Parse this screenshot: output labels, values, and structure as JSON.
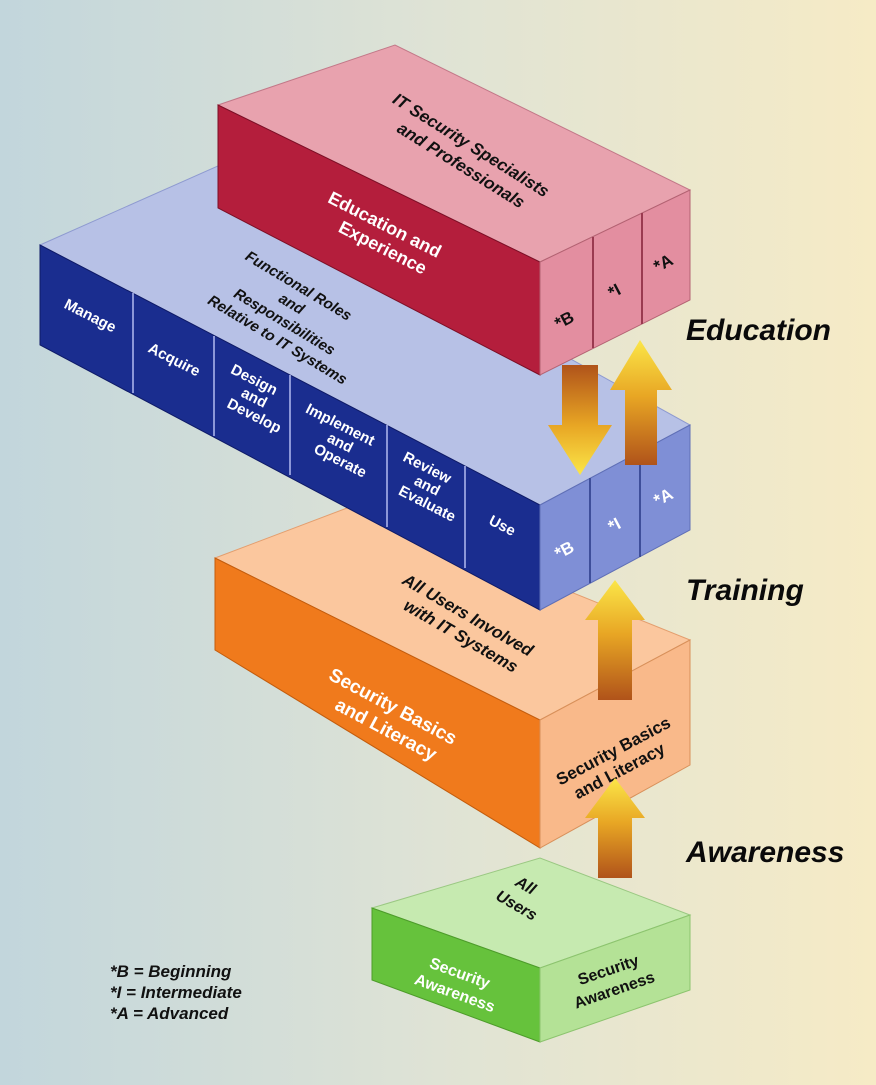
{
  "levels": {
    "education": "Education",
    "training": "Training",
    "awareness": "Awareness"
  },
  "top_block": {
    "top_text_1": "IT Security Specialists",
    "top_text_2": "and Professionals",
    "front_1": "Education and",
    "front_2": "Experience",
    "levels": [
      "*B",
      "*I",
      "*A"
    ]
  },
  "middle_block": {
    "top_text_1": "Functional Roles",
    "top_text_2": "and",
    "top_text_3": "Responsibilities",
    "top_text_4": "Relative to IT Systems",
    "roles": [
      [
        "Manage"
      ],
      [
        "Acquire"
      ],
      [
        "Design",
        "and",
        "Develop"
      ],
      [
        "Implement",
        "and",
        "Operate"
      ],
      [
        "Review",
        "and",
        "Evaluate"
      ],
      [
        "Use"
      ]
    ],
    "levels": [
      "*B",
      "*I",
      "*A"
    ]
  },
  "orange_block": {
    "top_text_1": "All Users Involved",
    "top_text_2": "with IT Systems",
    "front_1": "Security Basics",
    "front_2": "and Literacy",
    "side_1": "Security Basics",
    "side_2": "and Literacy"
  },
  "green_block": {
    "top_text_1": "All",
    "top_text_2": "Users",
    "front_1": "Security",
    "front_2": "Awareness",
    "side_1": "Security",
    "side_2": "Awareness"
  },
  "legend": {
    "b": "*B = Beginning",
    "i": "*I = Intermediate",
    "a": "*A = Advanced"
  },
  "colors": {
    "red_top": "#e8a2ae",
    "red_front": "#b41e3c",
    "red_side": "#e38ea0",
    "blue_top": "#b7c1e6",
    "blue_front": "#1a2d8f",
    "blue_side": "#7f8fd6",
    "orange_top": "#fbc79e",
    "orange_front": "#f07a1c",
    "orange_side": "#f9b98a",
    "green_top": "#c6eab0",
    "green_front": "#66c23c",
    "green_side": "#b4e296"
  }
}
